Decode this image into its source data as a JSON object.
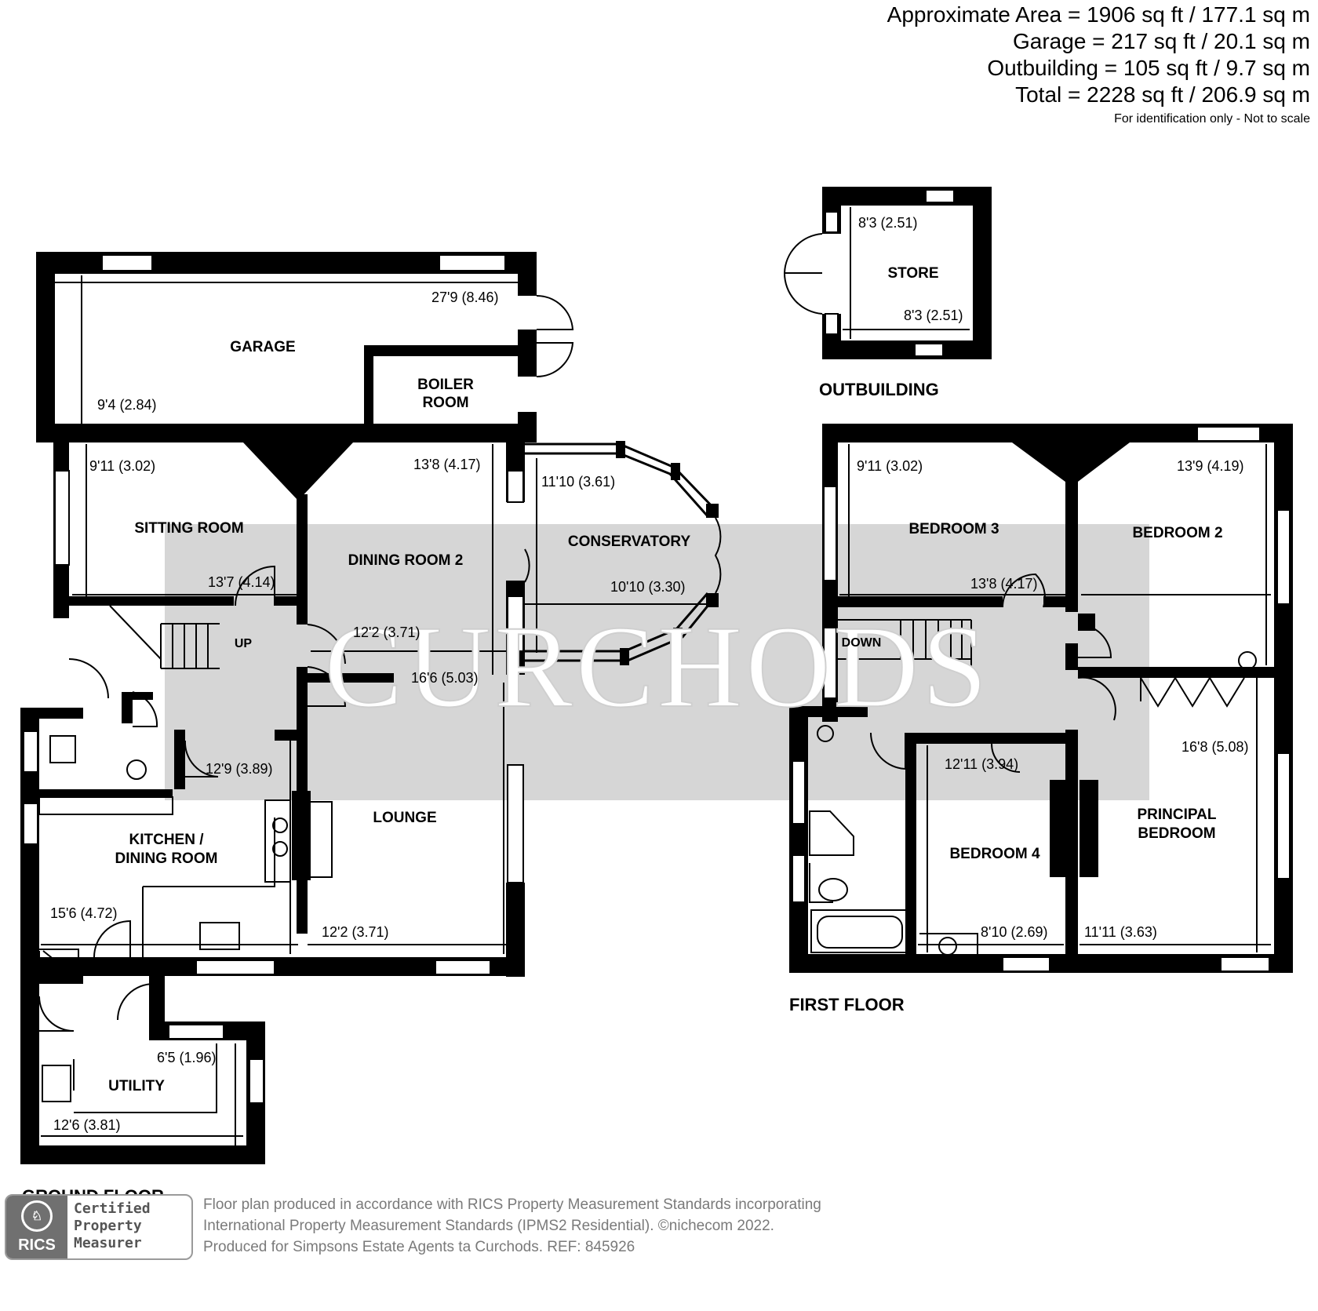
{
  "areas": {
    "approx": "Approximate Area = 1906 sq ft / 177.1 sq m",
    "garage": "Garage = 217 sq ft / 20.1 sq m",
    "outbuilding": "Outbuilding = 105 sq ft / 9.7 sq m",
    "total": "Total = 2228 sq ft / 206.9 sq m",
    "note": "For identification only - Not to scale"
  },
  "watermark": "CURCHODS",
  "floors": {
    "ground": "GROUND FLOOR",
    "first": "FIRST FLOOR",
    "outbuilding": "OUTBUILDING"
  },
  "rooms": {
    "garage": "GARAGE",
    "boiler_1": "BOILER",
    "boiler_2": "ROOM",
    "sitting": "SITTING ROOM",
    "dining": "DINING ROOM 2",
    "conservatory": "CONSERVATORY",
    "lounge": "LOUNGE",
    "kitchen_1": "KITCHEN /",
    "kitchen_2": "DINING ROOM",
    "utility": "UTILITY",
    "store": "STORE",
    "bed3": "BEDROOM 3",
    "bed2": "BEDROOM 2",
    "bed4": "BEDROOM 4",
    "principal_1": "PRINCIPAL",
    "principal_2": "BEDROOM",
    "up": "UP",
    "down": "DOWN"
  },
  "dims": {
    "garage_l": "27'9 (8.46)",
    "garage_w": "9'4 (2.84)",
    "sitting_w": "9'11 (3.02)",
    "sitting_l": "13'7 (4.14)",
    "dining_w": "13'8 (4.17)",
    "dining_l": "12'2 (3.71)",
    "cons_h": "11'10 (3.61)",
    "cons_w": "10'10 (3.30)",
    "lounge_l": "16'6 (5.03)",
    "lounge_w": "12'2 (3.71)",
    "kitchen_h": "12'9 (3.89)",
    "kitchen_w": "15'6 (4.72)",
    "utility_h": "6'5 (1.96)",
    "utility_w": "12'6 (3.81)",
    "store_h": "8'3 (2.51)",
    "store_w": "8'3 (2.51)",
    "bed3_w": "9'11 (3.02)",
    "bed3_l": "13'8 (4.17)",
    "bed2_w": "13'9 (4.19)",
    "bed4_h": "12'11 (3.94)",
    "bed4_w": "8'10 (2.69)",
    "principal_h": "16'8 (5.08)",
    "principal_w": "11'11 (3.63)"
  },
  "footer": {
    "badge_1": "Certified",
    "badge_2": "Property",
    "badge_3": "Measurer",
    "badge_logo": "RICS",
    "line_1": "Floor plan produced in accordance with RICS Property Measurement Standards incorporating",
    "line_2": "International Property Measurement Standards (IPMS2 Residential).   ©nichecom 2022.",
    "line_3": "Produced for Simpsons Estate Agents ta Curchods.   REF:  845926"
  }
}
